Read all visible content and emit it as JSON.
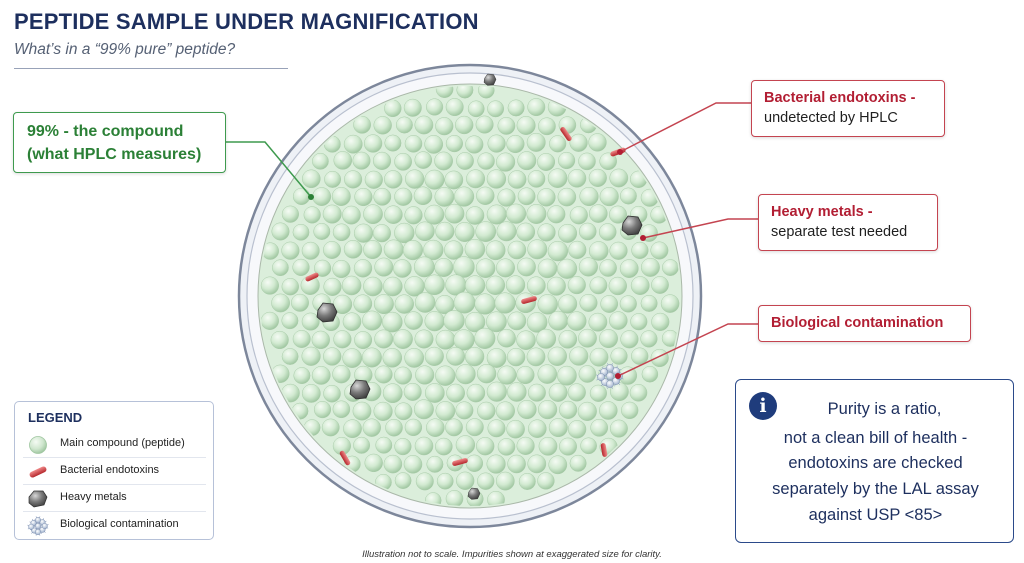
{
  "header": {
    "title": "PEPTIDE SAMPLE UNDER MAGNIFICATION",
    "subtitle": "What’s in a “99% pure” peptide?"
  },
  "callouts": {
    "compound": {
      "line1": "99% - the compound",
      "line2": "(what HPLC measures)"
    },
    "endotoxins": {
      "heading": "Bacterial endotoxins -",
      "body": "undetected by HPLC"
    },
    "metals": {
      "heading": "Heavy metals -",
      "body": "separate test needed"
    },
    "biological": {
      "heading": "Biological contamination"
    }
  },
  "legend": {
    "title": "LEGEND",
    "items": [
      {
        "label": "Main compound (peptide)",
        "icon": "sphere-icon"
      },
      {
        "label": "Bacterial endotoxins",
        "icon": "rod-icon"
      },
      {
        "label": "Heavy metals",
        "icon": "metal-nugget-icon"
      },
      {
        "label": "Biological contamination",
        "icon": "spiky-cluster-icon"
      }
    ]
  },
  "info": {
    "icon": "info-icon",
    "lines": [
      "Purity is a ratio,",
      "not a clean bill of health -",
      "endotoxins are checked",
      "separately by the LAL assay",
      "against USP <85>"
    ]
  },
  "footnote": "Illustration not to scale. Impurities shown at exaggerated size for clarity.",
  "colors": {
    "navy": "#1d2f5e",
    "green": "#2b8036",
    "red": "#b21e33",
    "sphere": "#cfe8cf",
    "dish_rim": "#8a94a8"
  }
}
